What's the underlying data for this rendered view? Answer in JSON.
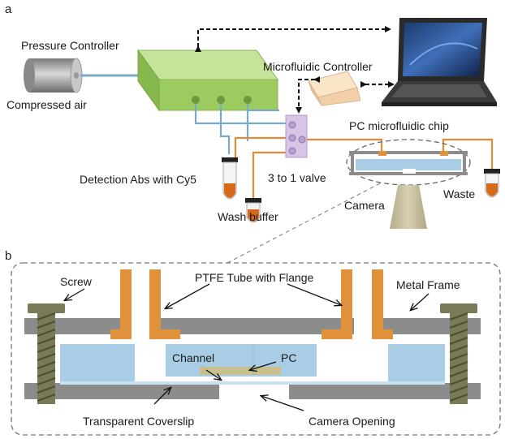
{
  "panel_a": {
    "letter": "a",
    "labels": {
      "pressure_controller": "Pressure Controller",
      "compressed_air": "Compressed air",
      "microfluidic_controller": "Microfluidic Controller",
      "pc_chip": "PC microfluidic chip",
      "detection_abs": "Detection Abs with Cy5",
      "valve": "3 to 1 valve",
      "waste": "Waste",
      "camera": "Camera",
      "wash_buffer": "Wash buffer"
    }
  },
  "panel_b": {
    "letter": "b",
    "labels": {
      "screw": "Screw",
      "ptfe_tube": "PTFE Tube with Flange",
      "metal_frame": "Metal Frame",
      "channel": "Channel",
      "pc": "PC",
      "coverslip": "Transparent Coverslip",
      "camera_opening": "Camera Opening"
    }
  },
  "colors": {
    "pressure_controller": "#a8d06c",
    "microfluidic_controller": "#f4d6b4",
    "valve": "#d8c4e4",
    "tubing_blue": "#7aaac8",
    "tubing_orange": "#e08a3c",
    "frame_gray": "#8c8c8c",
    "chip_blue": "#a8cde4",
    "flange_orange": "#e0913c",
    "pc_tan": "#c8c08c",
    "screw_olive": "#7a7a58",
    "camera_beige": "#c8c0a0"
  }
}
